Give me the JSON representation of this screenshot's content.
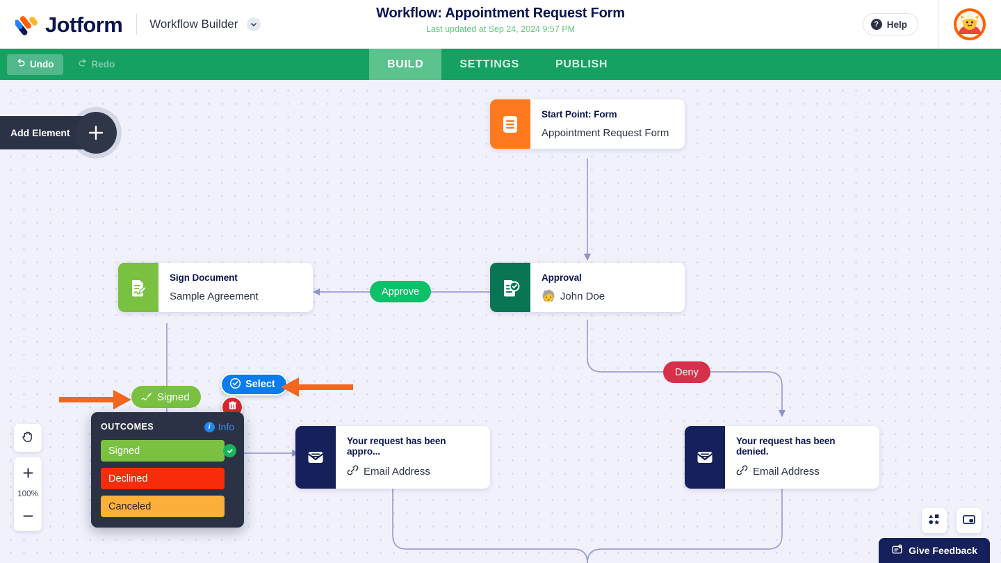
{
  "header": {
    "brand": "Jotform",
    "product_label": "Workflow Builder",
    "product_chevron_icon": "chevron-down-icon",
    "title": "Workflow: Appointment Request Form",
    "subtitle": "Last updated at Sep 24, 2024 9:57 PM",
    "help_label": "Help",
    "help_icon": "question-mark-icon",
    "avatar_icon": "user-avatar-cat",
    "accent_green": "#16a163",
    "brand_navy": "#0a1551"
  },
  "toolbar": {
    "undo_label": "Undo",
    "undo_icon": "undo-arrow-icon",
    "redo_label": "Redo",
    "redo_icon": "redo-arrow-icon",
    "tabs": [
      {
        "label": "BUILD",
        "active": true
      },
      {
        "label": "SETTINGS",
        "active": false
      },
      {
        "label": "PUBLISH",
        "active": false
      }
    ]
  },
  "canvas": {
    "add_element_label": "Add Element",
    "add_element_icon": "plus-icon",
    "hand_tool_icon": "hand-icon",
    "zoom_in_icon": "plus-icon",
    "zoom_out_icon": "minus-icon",
    "zoom_level": "100%",
    "shapes_icon": "shapes-legend-icon",
    "minimap_icon": "minimap-icon",
    "feedback_label": "Give Feedback",
    "feedback_icon": "feedback-icon",
    "nodes": [
      {
        "id": "start-point",
        "title": "Start Point: Form",
        "subtitle": "Appointment Request Form",
        "icon": "form-document-icon",
        "color": "#ff7a1f"
      },
      {
        "id": "approval",
        "title": "Approval",
        "subtitle": "John Doe",
        "subtitle_emoji": "🧓",
        "icon": "approval-check-document-icon",
        "color": "#0a7555"
      },
      {
        "id": "sign-document",
        "title": "Sign Document",
        "subtitle": "Sample Agreement",
        "icon": "sign-document-pen-icon",
        "color": "#7ac142"
      },
      {
        "id": "email-approved",
        "title": "Your request has been appro...",
        "subtitle": "Email Address",
        "subtitle_icon": "link-chain-icon",
        "icon": "envelope-icon",
        "color": "#16215b"
      },
      {
        "id": "email-denied",
        "title": "Your request has been denied.",
        "subtitle": "Email Address",
        "subtitle_icon": "link-chain-icon",
        "icon": "envelope-icon",
        "color": "#16215b"
      }
    ],
    "edge_labels": [
      {
        "id": "approve",
        "label": "Approve",
        "color": "#0ec06a"
      },
      {
        "id": "deny",
        "label": "Deny",
        "color": "#d6304b"
      },
      {
        "id": "signed",
        "label": "Signed",
        "color": "#7ac142",
        "icon": "signature-pen-icon"
      }
    ],
    "select_button": {
      "label": "Select",
      "icon": "check-circle-icon",
      "color": "#0a7cf0"
    },
    "delete_button": {
      "icon": "trash-icon",
      "color": "#d8252f"
    }
  },
  "outcomes_panel": {
    "title": "OUTCOMES",
    "info_label": "Info",
    "info_icon": "info-icon",
    "selected_icon": "check-circle-filled-icon",
    "items": [
      {
        "label": "Signed",
        "color": "#7ac142",
        "selected": true
      },
      {
        "label": "Declined",
        "color": "#f72c0a",
        "selected": false
      },
      {
        "label": "Canceled",
        "color": "#fcb03a",
        "selected": false
      }
    ]
  }
}
